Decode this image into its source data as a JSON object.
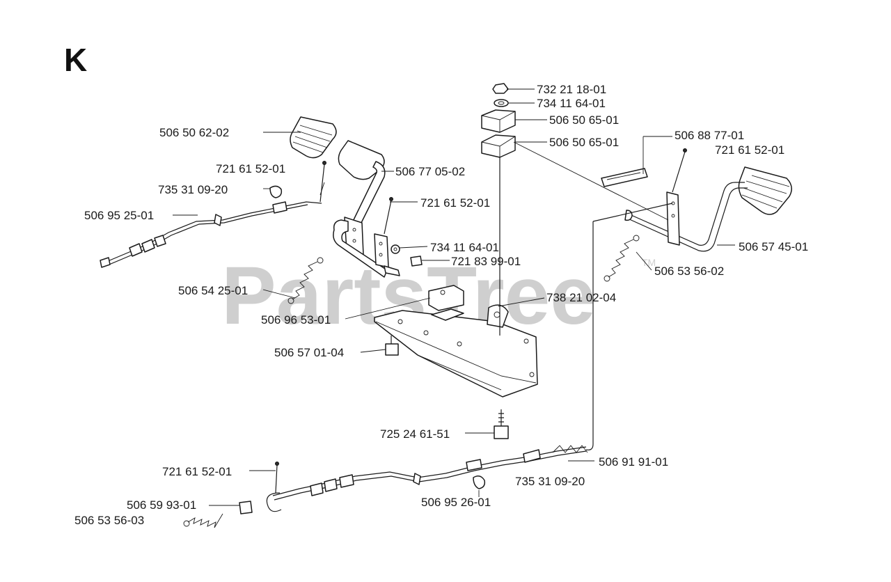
{
  "diagram": {
    "section_letter": "K",
    "watermark": "PartsTree",
    "watermark_tm": "TM",
    "labels": [
      {
        "id": "p1",
        "text": "732 21 18-01"
      },
      {
        "id": "p2",
        "text": "734 11 64-01"
      },
      {
        "id": "p3",
        "text": "506 50 65-01"
      },
      {
        "id": "p4",
        "text": "506 50 65-01"
      },
      {
        "id": "p5",
        "text": "506 50 62-02"
      },
      {
        "id": "p6",
        "text": "506 77 05-02"
      },
      {
        "id": "p7",
        "text": "721 61 52-01"
      },
      {
        "id": "p8",
        "text": "735 31 09-20"
      },
      {
        "id": "p9",
        "text": "506 95 25-01"
      },
      {
        "id": "p10",
        "text": "721 61 52-01"
      },
      {
        "id": "p11",
        "text": "734 11 64-01"
      },
      {
        "id": "p12",
        "text": "721 83 99-01"
      },
      {
        "id": "p13",
        "text": "506 54 25-01"
      },
      {
        "id": "p14",
        "text": "506 96 53-01"
      },
      {
        "id": "p15",
        "text": "738 21 02-04"
      },
      {
        "id": "p16",
        "text": "506 57 01-04"
      },
      {
        "id": "p17",
        "text": "725 24 61-51"
      },
      {
        "id": "p18",
        "text": "506 88 77-01"
      },
      {
        "id": "p19",
        "text": "721 61 52-01"
      },
      {
        "id": "p20",
        "text": "506 57 45-01"
      },
      {
        "id": "p21",
        "text": "506 53 56-02"
      },
      {
        "id": "p22",
        "text": "506 91 91-01"
      },
      {
        "id": "p23",
        "text": "735 31 09-20"
      },
      {
        "id": "p24",
        "text": "506 95 26-01"
      },
      {
        "id": "p25",
        "text": "721 61 52-01"
      },
      {
        "id": "p26",
        "text": "506 59 93-01"
      },
      {
        "id": "p27",
        "text": "506 53 56-03"
      }
    ]
  }
}
